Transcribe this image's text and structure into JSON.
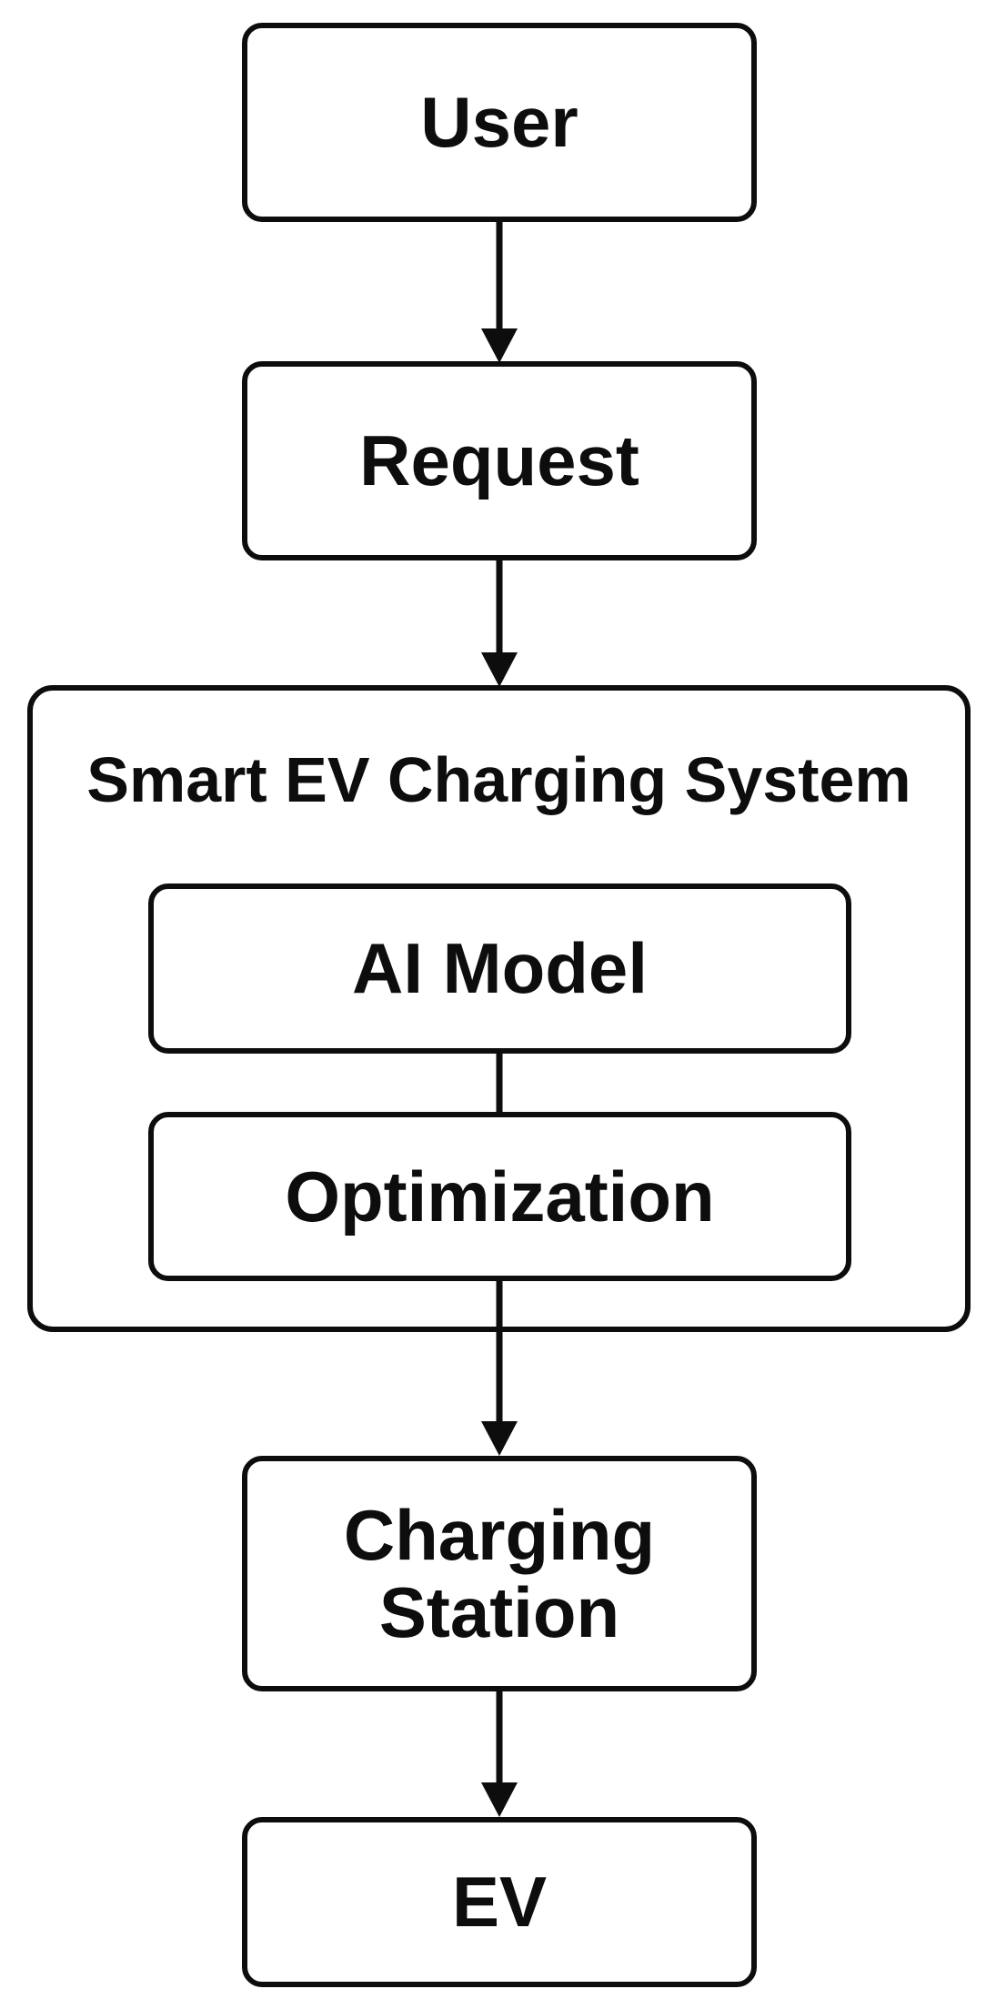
{
  "diagram": {
    "type": "flowchart",
    "colors": {
      "stroke": "#0d0d0d",
      "background": "#ffffff",
      "node_fill": "#ffffff"
    },
    "nodes": {
      "user": {
        "label": "User"
      },
      "request": {
        "label": "Request"
      },
      "ai_model": {
        "label": "AI Model"
      },
      "optimization": {
        "label": "Optimization"
      },
      "charging_station": {
        "label": "Charging Station"
      },
      "ev": {
        "label": "EV"
      }
    },
    "group": {
      "title": "Smart EV Charging System",
      "children": [
        "ai_model",
        "optimization"
      ]
    },
    "edges": [
      {
        "from": "user",
        "to": "request",
        "arrow": true
      },
      {
        "from": "request",
        "to": "smart_ev_charging_system",
        "arrow": true
      },
      {
        "from": "ai_model",
        "to": "optimization",
        "arrow": false
      },
      {
        "from": "smart_ev_charging_system",
        "to": "charging_station",
        "arrow": true
      },
      {
        "from": "charging_station",
        "to": "ev",
        "arrow": true
      }
    ]
  }
}
